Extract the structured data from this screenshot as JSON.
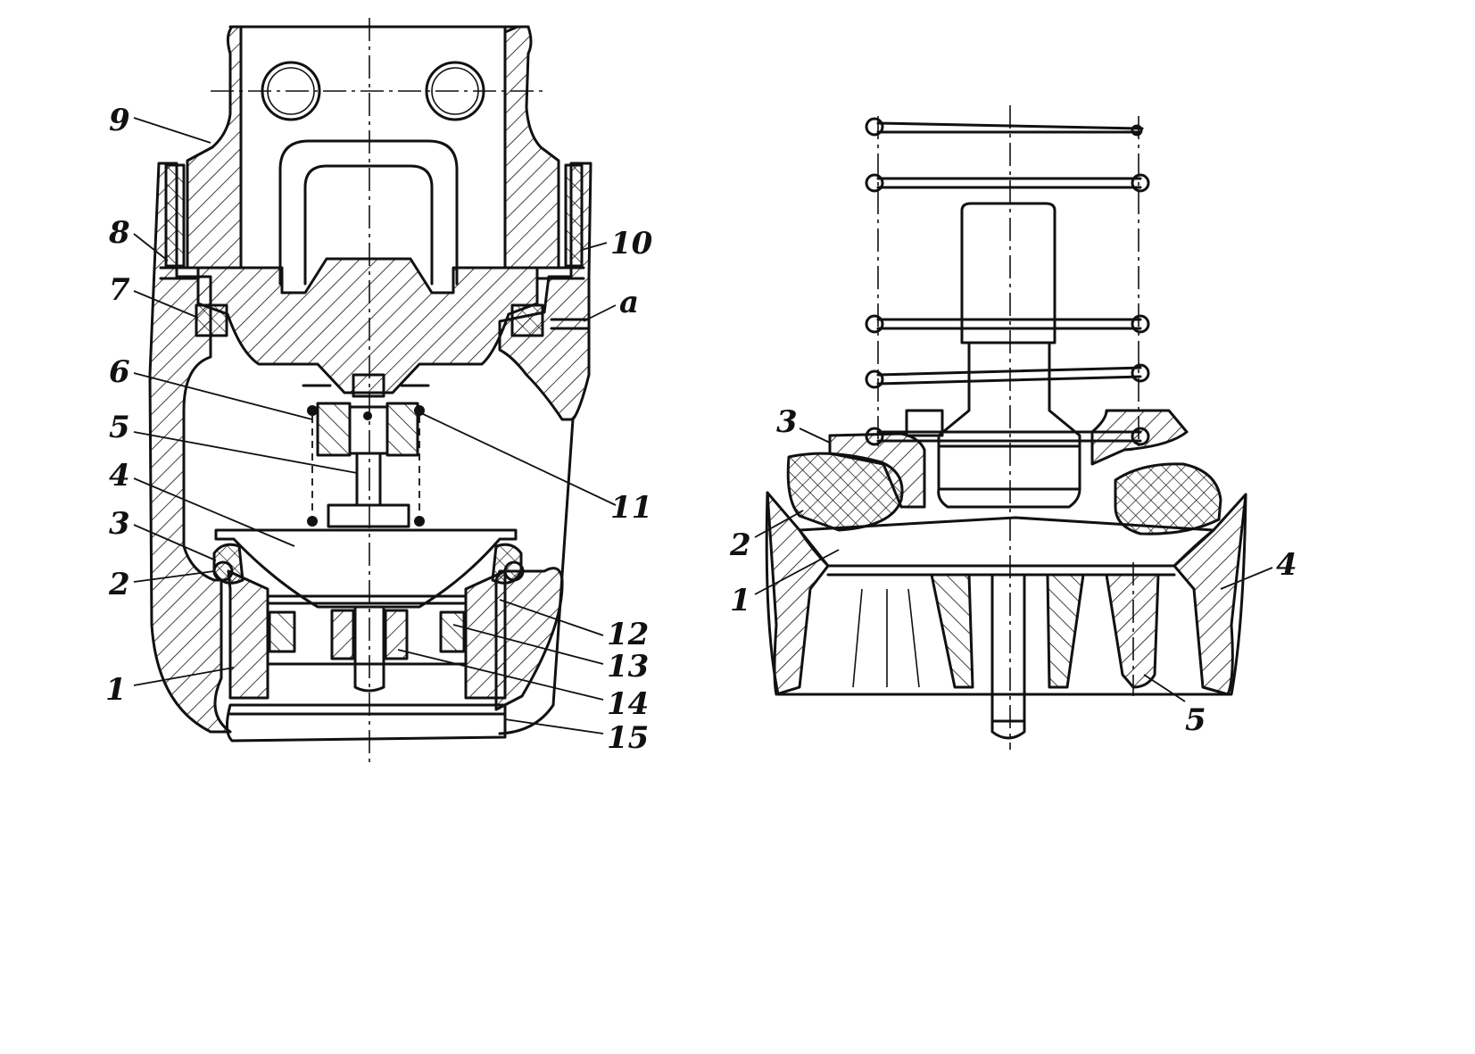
{
  "left_view": {
    "callouts": [
      {
        "id": "c9",
        "text": "9"
      },
      {
        "id": "c8",
        "text": "8"
      },
      {
        "id": "c7",
        "text": "7"
      },
      {
        "id": "c6",
        "text": "6"
      },
      {
        "id": "c5",
        "text": "5"
      },
      {
        "id": "c4",
        "text": "4"
      },
      {
        "id": "c3",
        "text": "3"
      },
      {
        "id": "c2",
        "text": "2"
      },
      {
        "id": "c1",
        "text": "1"
      },
      {
        "id": "c10",
        "text": "10"
      },
      {
        "id": "ca",
        "text": "a"
      },
      {
        "id": "c11",
        "text": "11"
      },
      {
        "id": "c12",
        "text": "12"
      },
      {
        "id": "c13",
        "text": "13"
      },
      {
        "id": "c14",
        "text": "14"
      },
      {
        "id": "c15",
        "text": "15"
      }
    ]
  },
  "right_view": {
    "callouts": [
      {
        "id": "r3",
        "text": "3"
      },
      {
        "id": "r2",
        "text": "2"
      },
      {
        "id": "r1",
        "text": "1"
      },
      {
        "id": "r4",
        "text": "4"
      },
      {
        "id": "r5",
        "text": "5"
      }
    ]
  }
}
